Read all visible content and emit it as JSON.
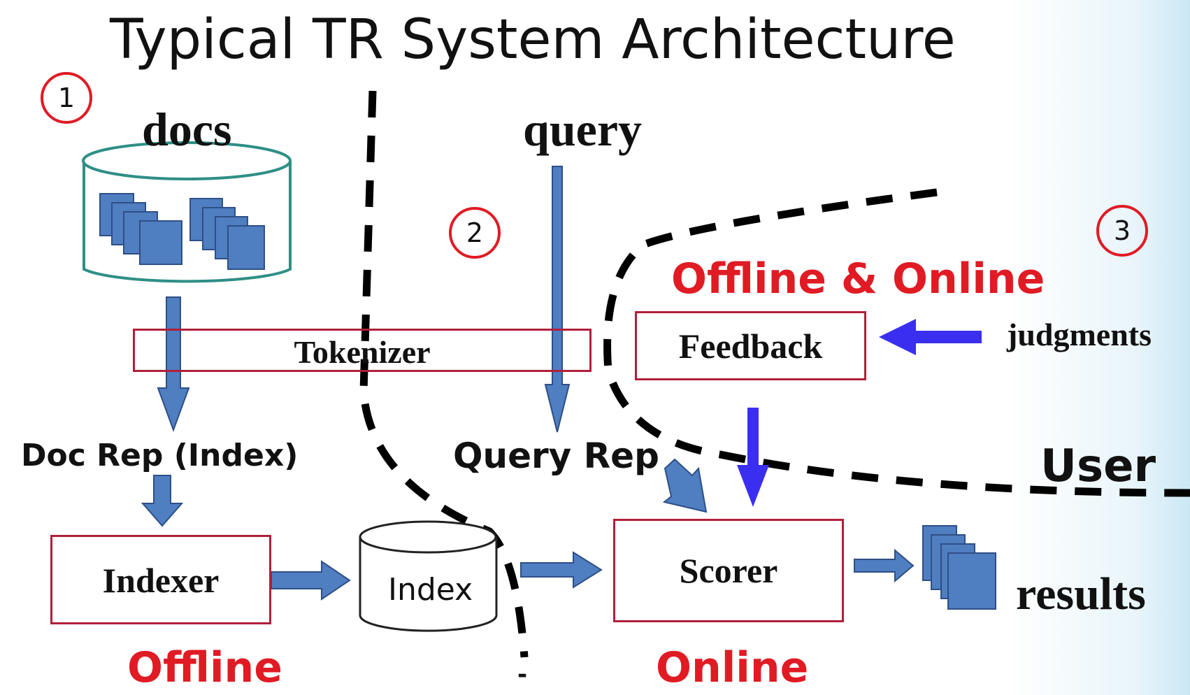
{
  "title": "Typical TR System Architecture",
  "markers": {
    "m1": "1",
    "m2": "2",
    "m3": "3"
  },
  "labels": {
    "docs": "docs",
    "query": "query",
    "tokenizer": "Tokenizer",
    "doc_rep": "Doc Rep (Index)",
    "query_rep": "Query Rep",
    "indexer": "Indexer",
    "index": "Index",
    "scorer": "Scorer",
    "feedback": "Feedback",
    "judgments": "judgments",
    "results": "results",
    "user": "User",
    "offline": "Offline",
    "online": "Online",
    "offline_online": "Offline & Online",
    "stray_mark": "-"
  },
  "colors": {
    "arrow_fill": "#4f7ec1",
    "arrow_stroke": "#2e4f86",
    "feedback_arrow": "#3a2ff0",
    "box_border": "#b01f3a",
    "accent_red": "#e01b24",
    "db_outline": "#2f8f86"
  },
  "icons": {
    "docs": "document-stack-icon",
    "db": "database-cylinder-icon"
  }
}
